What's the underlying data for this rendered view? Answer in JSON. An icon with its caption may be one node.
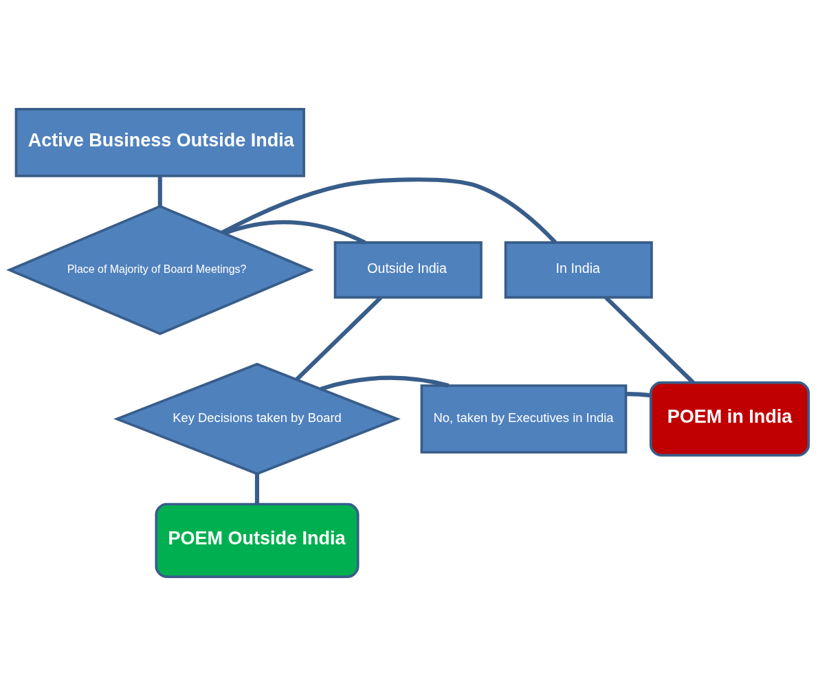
{
  "diagram": {
    "nodes": [
      {
        "text": [
          "Active Business Outside India"
        ]
      },
      {
        "text": [
          "Place of Majority of Board Meetings?"
        ]
      },
      {
        "text": [
          "Outside India"
        ]
      },
      {
        "text": [
          "In India"
        ]
      },
      {
        "text": [
          "Key Decisions taken by Board"
        ]
      },
      {
        "text": [
          "No, taken by Executives in India"
        ]
      },
      {
        "text": [
          "POEM in India"
        ]
      },
      {
        "text": [
          "POEM Outside India"
        ]
      }
    ],
    "edges": [
      {
        "from": 0,
        "to": 1,
        "arrow": "none"
      },
      {
        "from": 1,
        "to": 2,
        "arrow": "none"
      },
      {
        "from": 1,
        "to": 3,
        "arrow": "none"
      },
      {
        "from": 2,
        "to": 4,
        "arrow": "none"
      },
      {
        "from": 3,
        "to": 6,
        "arrow": "none"
      },
      {
        "from": 4,
        "to": 5,
        "arrow": "none"
      },
      {
        "from": 5,
        "to": 6,
        "arrow": "none"
      },
      {
        "from": 4,
        "to": 7,
        "arrow": "none"
      }
    ]
  }
}
